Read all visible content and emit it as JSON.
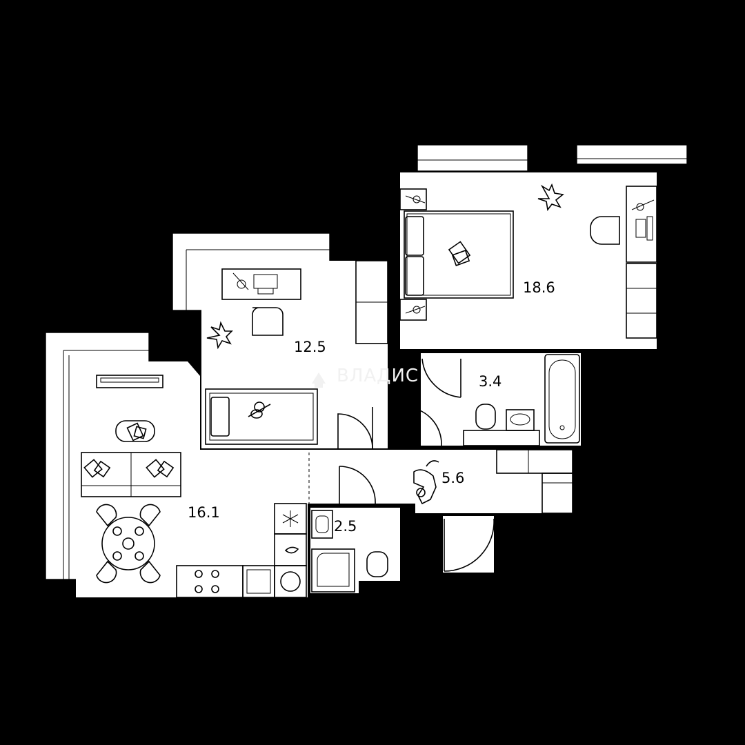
{
  "rooms": {
    "living_kitchen": {
      "area": "16.1"
    },
    "bedroom_small": {
      "area": "12.5"
    },
    "bedroom_master": {
      "area": "18.6"
    },
    "bathroom": {
      "area": "3.4"
    },
    "toilet_shower": {
      "area": "2.5"
    },
    "hallway": {
      "area": "5.6"
    }
  },
  "watermark": {
    "text": "ВЛАДИС"
  },
  "colors": {
    "background": "#000000",
    "floor": "#ffffff",
    "line": "#000000",
    "watermark": "#f1f1f1"
  },
  "icons": [
    "plant-icon",
    "lamp-icon",
    "teddy-bear-icon",
    "cat-icon",
    "snowflake-icon",
    "laptop-icon"
  ]
}
